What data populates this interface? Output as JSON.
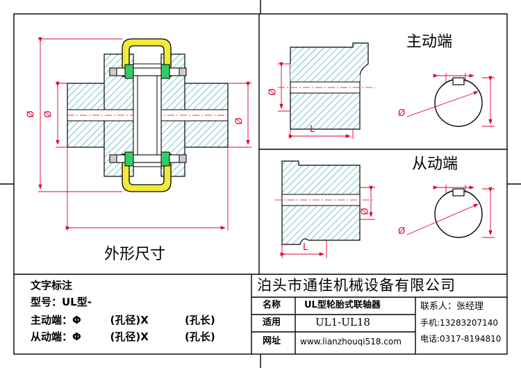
{
  "views": {
    "drive_end_title": "主动端",
    "driven_end_title": "从动端",
    "outline_title": "外形尺寸",
    "dim_phi": "Ø",
    "dim_length": "L"
  },
  "notes": {
    "title": "文字标注",
    "model_line": "型号：UL型-",
    "drive_line": "主动端：Φ        (孔径)X          (孔长)",
    "driven_line": "从动端：Φ        (孔径)X          (孔长)"
  },
  "title_block": {
    "company": "泊头市通佳机械设备有限公司",
    "name_label": "名称",
    "name_value": "UL型轮胎式联轴器",
    "apply_label": "适用",
    "apply_value": "UL1-UL18",
    "web_label": "网址",
    "web_value": "www.lianzhouqi518.com",
    "contact": "联系人：张经理",
    "phone": "手机:13283207140",
    "tel": "电话:0317-8194810"
  },
  "colors": {
    "hatch": "#3aa8b8",
    "tyre": "#f2ea3a",
    "bolt_green": "#33cc66",
    "dim": "#e0002a",
    "line": "#000000"
  }
}
